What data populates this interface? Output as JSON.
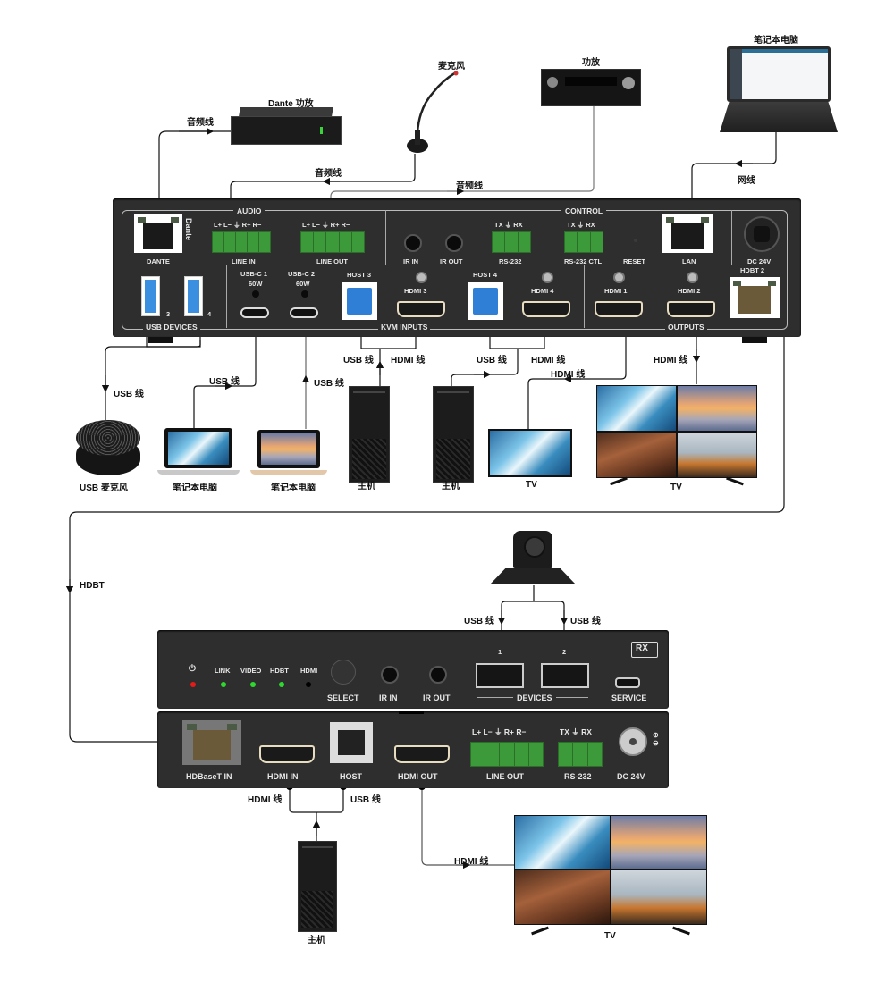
{
  "diagram": {
    "tx_unit": {
      "sections": {
        "audio": "AUDIO",
        "control": "CONTROL",
        "usb_devices": "USB DEVICES",
        "kvm_inputs": "KVM INPUTS",
        "outputs": "OUTPUTS"
      },
      "ports": {
        "dante": "DANTE",
        "dante_logo": "Dante",
        "line_in": "LINE IN",
        "line_out": "LINE OUT",
        "audio_pins": "L+ L− ⏚ R+ R−",
        "ir_in": "IR IN",
        "ir_out": "IR OUT",
        "rs232": "RS-232",
        "rs232_ctl": "RS-232 CTL",
        "rs232_pins": "TX ⏚ RX",
        "reset": "RESET",
        "lan": "LAN",
        "dc": "DC 24V",
        "usb_3": "3",
        "usb_4": "4",
        "usbc1": "USB-C 1",
        "usbc1_power": "60W",
        "usbc2": "USB-C 2",
        "usbc2_power": "60W",
        "host3": "HOST 3",
        "hdmi3": "HDMI 3",
        "host4": "HOST 4",
        "hdmi4": "HDMI 4",
        "hdmi1": "HDMI 1",
        "hdmi2": "HDMI 2",
        "hdbt2": "HDBT 2"
      }
    },
    "rx_unit": {
      "badge": "RX",
      "leds": {
        "power": "⏻",
        "link": "LINK",
        "video": "VIDEO",
        "hdbt": "HDBT",
        "hdmi": "HDMI"
      },
      "led_colors": {
        "power": "#e51b1b",
        "link": "#2ed82e",
        "video": "#2ed82e",
        "hdbt": "#2ed82e"
      },
      "ports": {
        "select": "SELECT",
        "ir_in": "IR IN",
        "ir_out": "IR OUT",
        "usb1": "1",
        "usb2": "2",
        "devices": "DEVICES",
        "service": "SERVICE",
        "hdbaset_in": "HDBaseT IN",
        "hdmi_in": "HDMI IN",
        "host": "HOST",
        "hdmi_out": "HDMI OUT",
        "line_out": "LINE OUT",
        "audio_pins": "L+ L− ⏚ R+ R−",
        "rs232": "RS-232",
        "rs232_pins": "TX ⏚ RX",
        "dc": "DC 24V"
      }
    },
    "devices": {
      "dante_amp": "Dante 功放",
      "microphone": "麦克风",
      "amplifier": "功放",
      "laptop_top": "笔记本电脑",
      "usb_mic": "USB 麦克风",
      "laptop_1": "笔记本电脑",
      "laptop_2": "笔记本电脑",
      "host_1": "主机",
      "host_2": "主机",
      "tv_1": "TV",
      "tv_2": "TV",
      "ptz_camera": "",
      "host_3": "主机",
      "tv_3": "TV"
    },
    "cables": {
      "audio_dante": "音频线",
      "audio_mic": "音频线",
      "audio_amp": "音频线",
      "network": "网线",
      "usb_mic": "USB 线",
      "usb_laptop1": "USB 线",
      "usb_laptop2": "USB 线",
      "usb_host1": "USB 线",
      "hdmi_host1": "HDMI 线",
      "usb_host2": "USB 线",
      "hdmi_host2": "HDMI 线",
      "hdmi_tv1": "HDMI 线",
      "hdmi_tv2": "HDMI 线",
      "hdbt": "HDBT",
      "usb_cam1": "USB 线",
      "usb_cam2": "USB 线",
      "hdmi_host3": "HDMI 线",
      "usb_host3": "USB 线",
      "hdmi_tv3": "HDMI 线"
    },
    "colors": {
      "panel": "#2e2e2e",
      "terminal_green": "#3d9a3b",
      "usb_blue": "#3a8fe0",
      "wire": "#111111"
    }
  }
}
